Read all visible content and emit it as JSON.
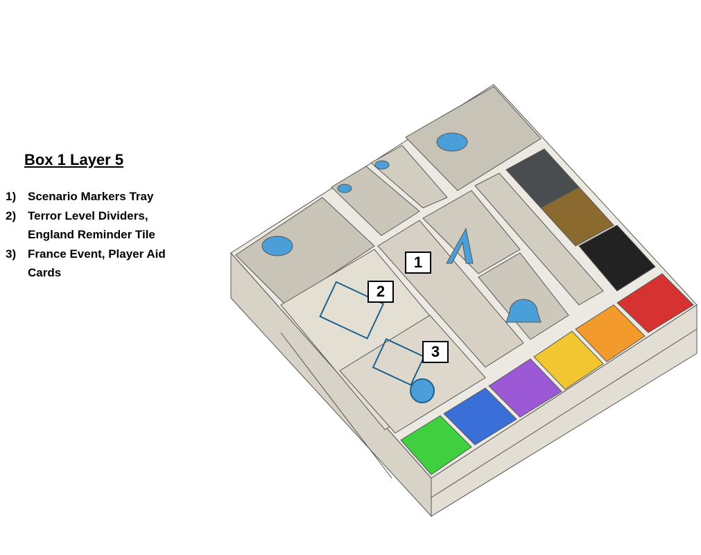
{
  "title": "Box 1 Layer 5",
  "items": [
    {
      "num": "1)",
      "text": "Scenario Markers Tray"
    },
    {
      "num": "2)",
      "text": "Terror Level Dividers, England Reminder Tile"
    },
    {
      "num": "3)",
      "text": "France Event, Player Aid Cards"
    }
  ],
  "callouts": [
    "1",
    "2",
    "3"
  ],
  "colors": {
    "box": "#e6e2d8",
    "box_side": "#cfcabd",
    "accent_blue": "#4a9fd8",
    "trays": [
      "#3fcf3f",
      "#3a6fd8",
      "#9b59d6",
      "#f2c630",
      "#f39a2c",
      "#d63232"
    ],
    "dark_trays": [
      "#4a4d50",
      "#8a6a2e",
      "#222222"
    ]
  }
}
